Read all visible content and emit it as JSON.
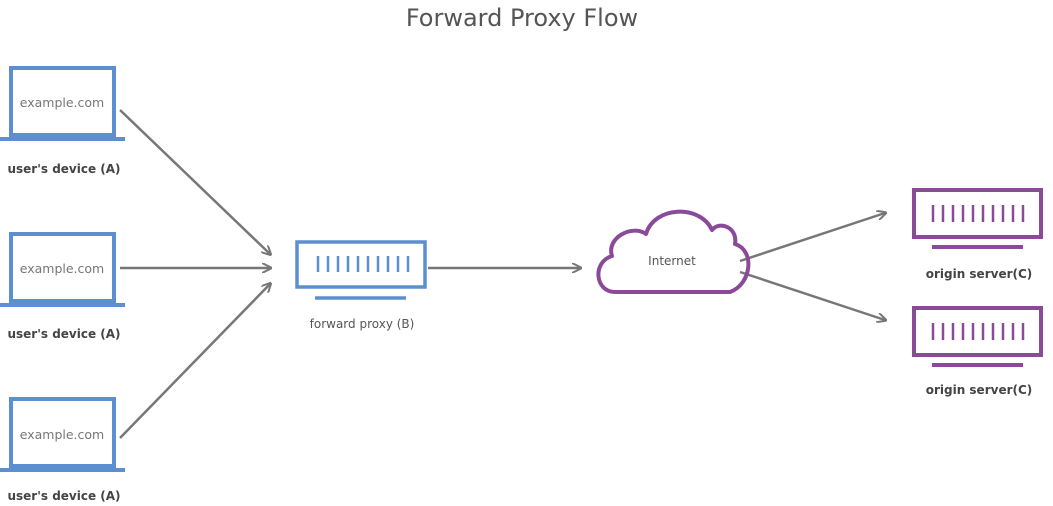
{
  "title": "Forward Proxy Flow",
  "colors": {
    "device": "#5b8fd0",
    "server": "#8a4a97",
    "arrow": "#777777",
    "text": "#444444"
  },
  "devices": [
    {
      "screen_text": "example.com",
      "label": "user's device (A)"
    },
    {
      "screen_text": "example.com",
      "label": "user's device (A)"
    },
    {
      "screen_text": "example.com",
      "label": "user's device (A)"
    }
  ],
  "proxy": {
    "label": "forward proxy (B)"
  },
  "internet": {
    "label": "Internet"
  },
  "servers": [
    {
      "label": "origin server(C)"
    },
    {
      "label": "origin server(C)"
    }
  ]
}
